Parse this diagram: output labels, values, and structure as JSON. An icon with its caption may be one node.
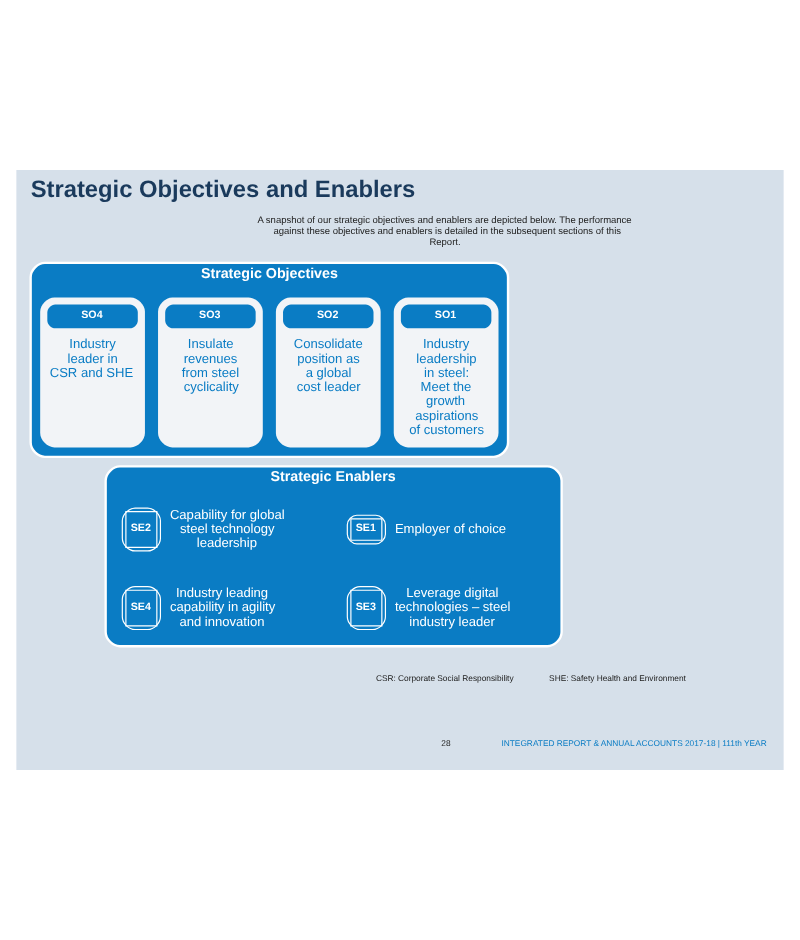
{
  "diagram": {
    "title": "Strategic Objectives and Enablers",
    "nodes": [
      {
        "text": [
          "Strategic Objectives"
        ]
      },
      {
        "text": [
          "SO1",
          "Industry leadership in steel: Meet the growth aspirations of customers"
        ],
        "in": 0
      },
      {
        "text": [
          "SO2",
          "Consolidate position as a global cost leader"
        ],
        "in": 0
      },
      {
        "text": [
          "SO3",
          "Insulate revenues from steel cyclicality"
        ],
        "in": 0
      },
      {
        "text": [
          "SO4",
          "Industry leader in CSR and SHE"
        ],
        "in": 0
      },
      {
        "text": [
          "Strategic Enablers"
        ]
      },
      {
        "text": [
          "SE1",
          "Employer of choice"
        ],
        "in": 5
      },
      {
        "text": [
          "SE2",
          "Capability for global steel technology leadership"
        ],
        "in": 5
      },
      {
        "text": [
          "SE3",
          "Leverage digital technologies – steel industry leader"
        ],
        "in": 5
      },
      {
        "text": [
          "SE4",
          "Industry leading capability in agility and innovation"
        ],
        "in": 5
      }
    ],
    "edges": [],
    "labels": [
      "A snapshot of our strategic objectives and enablers are depicted below. The performance against these objectives and enablers is detailed in the subsequent sections of this Report.",
      "CSR: Corporate Social Responsibility",
      "SHE: Safety Health and Environment",
      "28",
      "INTEGRATED REPORT & ANNUAL ACCOUNTS 2017-18 | 111th YEAR"
    ]
  }
}
